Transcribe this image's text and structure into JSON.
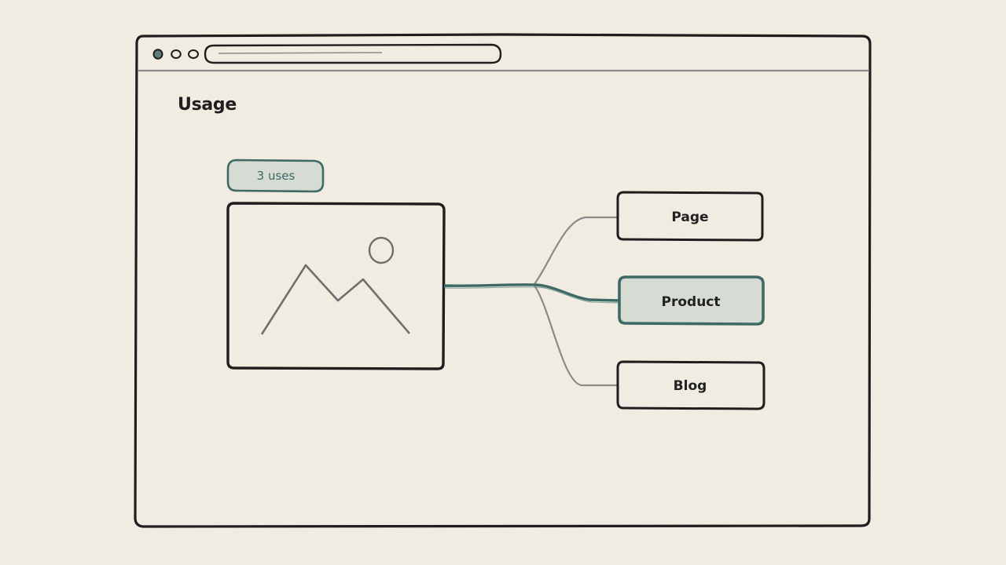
{
  "page": {
    "title": "Usage"
  },
  "image_asset": {
    "usage_badge": "3 uses",
    "icon": "image-placeholder-icon"
  },
  "destinations": [
    {
      "label": "Page",
      "highlighted": false
    },
    {
      "label": "Product",
      "highlighted": true
    },
    {
      "label": "Blog",
      "highlighted": false
    }
  ],
  "colors": {
    "background": "#f1ece2",
    "ink": "#1e1e1e",
    "accent": "#3f6964",
    "accent_fill": "#d6dcd3",
    "connector": "#8a8a8a"
  }
}
